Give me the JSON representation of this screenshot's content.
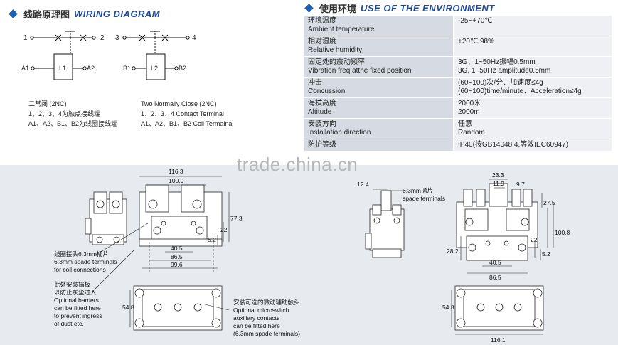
{
  "wiring": {
    "title_cn": "线路原理图",
    "title_en": "WIRING DIAGRAM",
    "terminals": {
      "t1": "1",
      "t2": "2",
      "t3": "3",
      "t4": "4"
    },
    "coil_1": {
      "label": "L1",
      "left": "A1",
      "right": "A2"
    },
    "coil_2": {
      "label": "L2",
      "left": "B1",
      "right": "B2"
    },
    "caption_cn": [
      "二常闭 (2NC)",
      "1、2、3、4为触点接线端",
      "A1、A2、B1、B2为线圈接线端"
    ],
    "caption_en": [
      "Two Normally Close (2NC)",
      "1、2、3、4 Contact Terminal",
      "A1、A2、B1、B2 Coil Termainal"
    ]
  },
  "environment": {
    "title_cn": "使用环境",
    "title_en": "USE OF THE ENVIRONMENT",
    "rows": [
      {
        "k1": "环境温度",
        "k2": "Ambient temperature",
        "v1": "-25~+70℃",
        "v2": ""
      },
      {
        "k1": "相对湿度",
        "k2": "Relative humidity",
        "v1": "+20℃  98%",
        "v2": ""
      },
      {
        "k1": "固定处的震动频率",
        "k2": "Vibration freq.atthe fixed position",
        "v1": "3G、1~50Hz振幅0.5mm",
        "v2": "3G, 1~50Hz amplitude0.5mm"
      },
      {
        "k1": "冲击",
        "k2": "Concussion",
        "v1": "(60~100)次/分、加速度≤4g",
        "v2": "(60~100)time/minute、Acceleration≤4g"
      },
      {
        "k1": "海拔高度",
        "k2": "Altitude",
        "v1": "2000米",
        "v2": "2000m"
      },
      {
        "k1": "安装方向",
        "k2": "Installation direction",
        "v1": "任意",
        "v2": "Random"
      },
      {
        "k1": "防护等级",
        "k2": "",
        "v1": "IP40(按GB14048.4,等效IEC60947)",
        "v2": ""
      }
    ]
  },
  "watermark": "trade.china.cn",
  "drawings": {
    "dims_left": {
      "d1163": "116.3",
      "d1009": "100.9",
      "d773": "77.3",
      "d22": "22",
      "d52": "5.2",
      "d405": "40.5",
      "d865": "86.5",
      "d996": "99.6",
      "d548": "54.8"
    },
    "dims_right": {
      "d124": "12.4",
      "d233": "23.3",
      "d119": "11.9",
      "d97": "9.7",
      "d275": "27.5",
      "d1008": "100.8",
      "d282": "28.2",
      "d22": "22",
      "d52": "5.2",
      "d405": "40.5",
      "d865": "86.5",
      "d548": "54.8",
      "d1161": "116.1"
    },
    "note_coil": [
      "线圈接头6.3mm插片",
      "6.3mm spade terminals",
      "for coil connections"
    ],
    "note_barrier": [
      "此处安装挡板",
      "以防止灰尘进入",
      "Optional barriers",
      "can be fitted here",
      "to prevent ingress",
      "of dust etc."
    ],
    "note_microswitch": [
      "安装可选的微动辅助触头",
      "Optional microswitch",
      "auxiliary contacts",
      "can be fitted here",
      "(6.3mm spade terminals)"
    ],
    "note_spade": [
      "6.3mm插片",
      "spade terminals"
    ]
  }
}
